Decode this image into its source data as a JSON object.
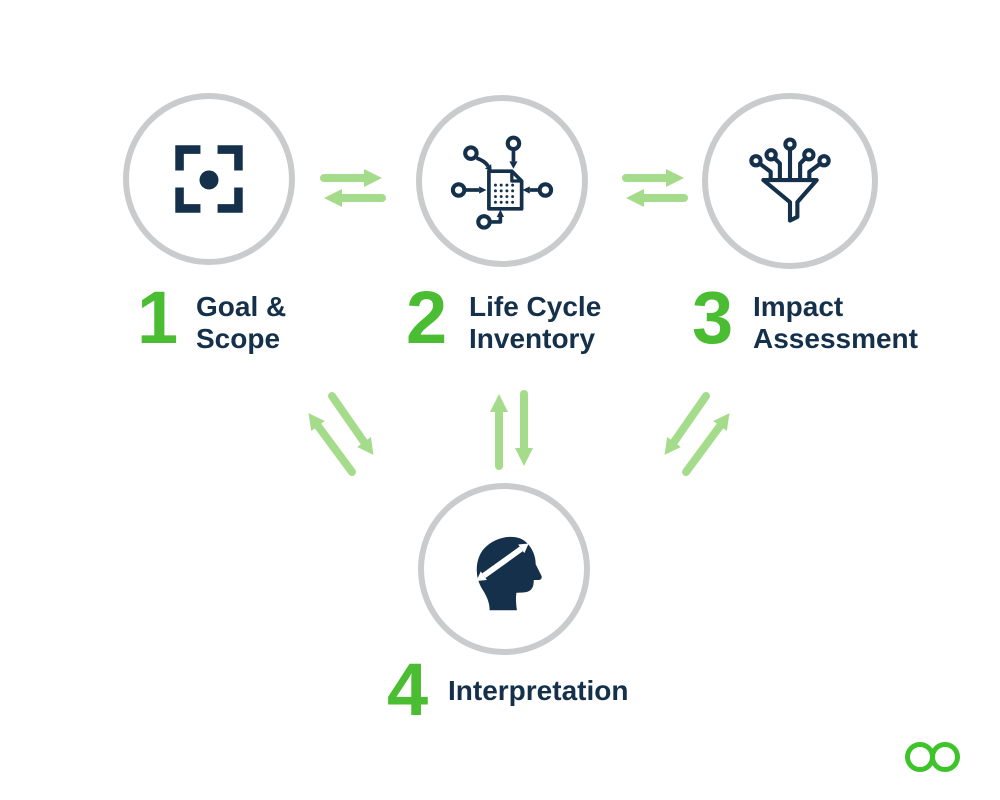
{
  "colors": {
    "navy": "#15304B",
    "step_number_green": "#4BBD32",
    "arrow_green": "#A5DC8B",
    "logo_green": "#3EC42A",
    "circle_border_gray": "#C9CBCC",
    "background": "#FFFFFF"
  },
  "steps": [
    {
      "number": "1",
      "line1": "Goal &",
      "line2": "Scope",
      "icon": "focus-frame-icon"
    },
    {
      "number": "2",
      "line1": "Life Cycle",
      "line2": "Inventory",
      "icon": "data-inventory-icon"
    },
    {
      "number": "3",
      "line1": "Impact",
      "line2": "Assessment",
      "icon": "funnel-data-icon"
    },
    {
      "number": "4",
      "line1": "Interpretation",
      "line2": "",
      "icon": "head-interpretation-icon"
    }
  ],
  "connections": [
    {
      "between": "1-2",
      "type": "horizontal-bidirectional"
    },
    {
      "between": "2-3",
      "type": "horizontal-bidirectional"
    },
    {
      "between": "1-4",
      "type": "diagonal-bidirectional"
    },
    {
      "between": "2-4",
      "type": "vertical-bidirectional"
    },
    {
      "between": "3-4",
      "type": "diagonal-bidirectional"
    }
  ],
  "logo": {
    "icon": "infinity-loop-logo"
  }
}
